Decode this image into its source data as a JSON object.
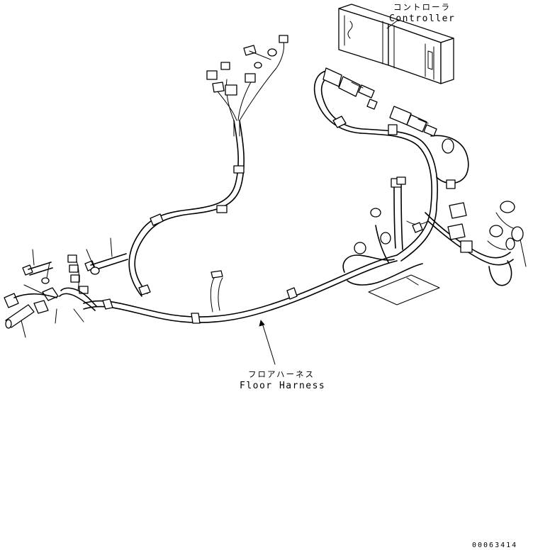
{
  "labels": {
    "controller_jp": "コントローラ",
    "controller_en": "Controller",
    "harness_jp": "フロアハーネス",
    "harness_en": "Floor Harness"
  },
  "drawing_number": "00063414"
}
